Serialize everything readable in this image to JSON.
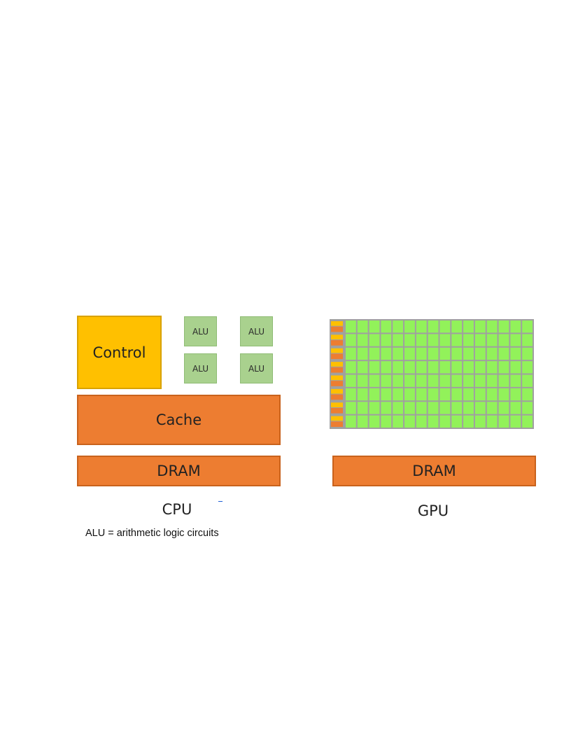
{
  "cpu": {
    "control_label": "Control",
    "alu_labels": [
      "ALU",
      "ALU",
      "ALU",
      "ALU"
    ],
    "cache_label": "Cache",
    "dram_label": "DRAM",
    "caption": "CPU"
  },
  "gpu": {
    "dram_label": "DRAM",
    "caption": "GPU",
    "grid_rows": 8,
    "grid_cols": 16
  },
  "note": "ALU = arithmetic logic circuits",
  "colors": {
    "control": "#ffc000",
    "alu": "#a9d18e",
    "cache": "#ed7d31",
    "dram": "#ed7d31",
    "gpu_core": "#92f25a",
    "gpu_control": "#ffc000",
    "gpu_cache": "#ed7d31",
    "gpu_grid_bg": "#a0a0a0"
  }
}
